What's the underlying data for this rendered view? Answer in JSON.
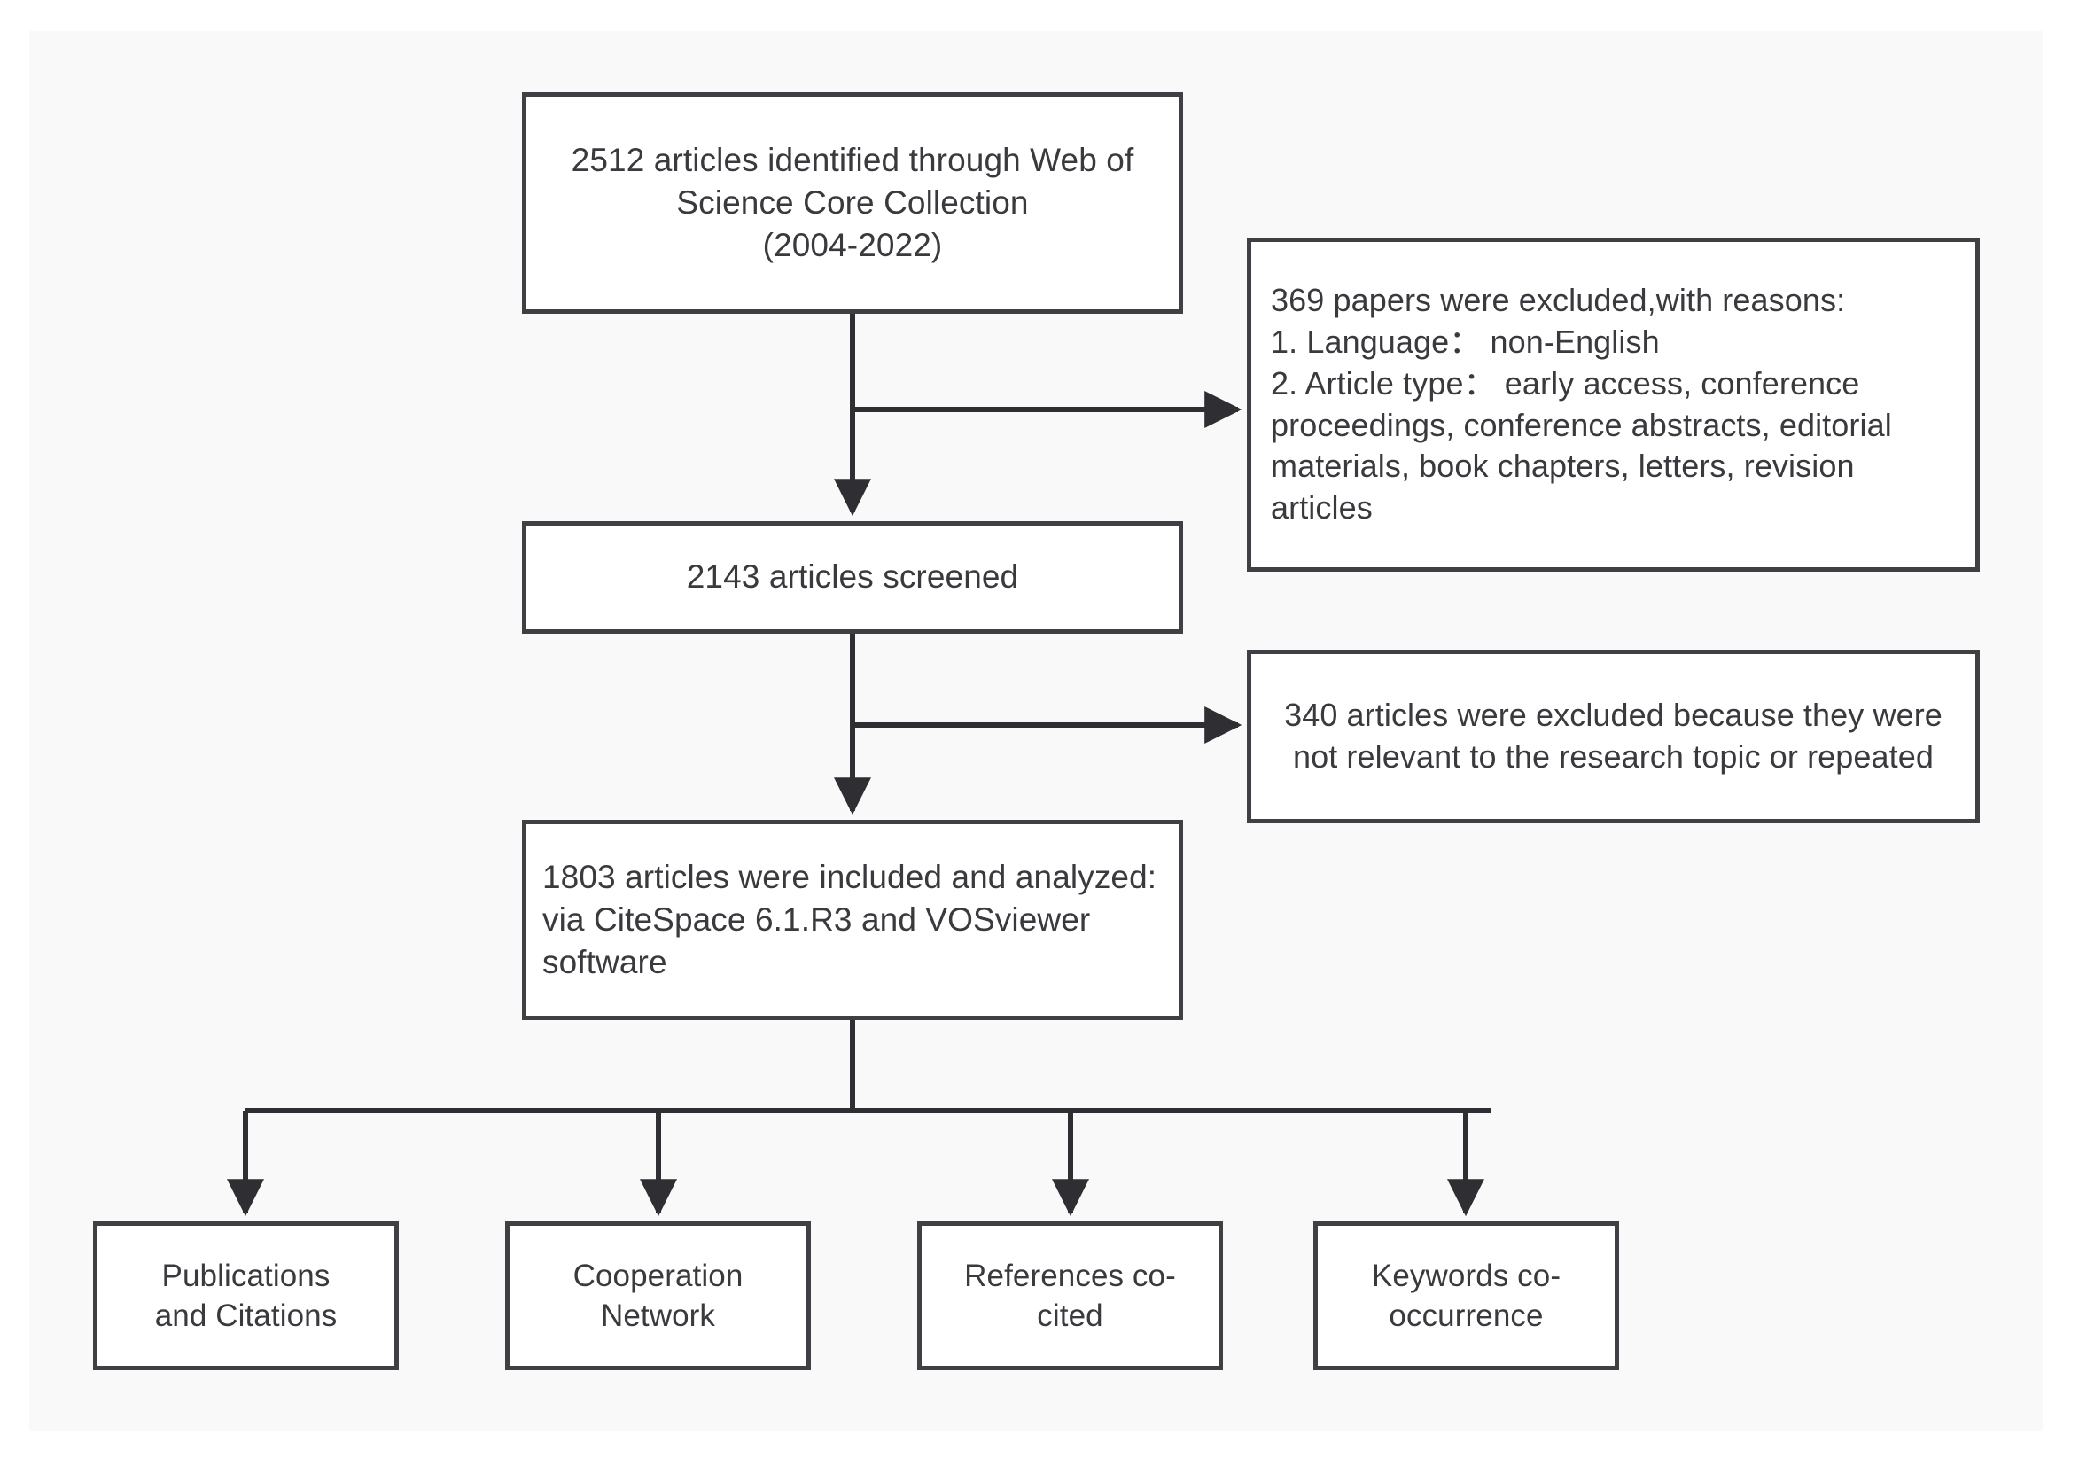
{
  "diagram": {
    "title": "Literature screening flow diagram",
    "type": "flowchart",
    "colors": {
      "box_border": "#404044",
      "box_fill": "#ffffff",
      "connector": "#2f2f33",
      "canvas": "#f9f9f9",
      "text": "#3a3a3e"
    },
    "nodes": {
      "identified": "2512 articles identified through Web of Science Core Collection\n(2004-2022)",
      "screened": "2143 articles screened",
      "included": "1803 articles were included and analyzed: via CiteSpace 6.1.R3 and VOSviewer software",
      "excluded_1": "369 papers were excluded,with reasons:\n1. Language： non-English\n2. Article type： early access, conference proceedings, conference abstracts, editorial materials, book chapters, letters, revision articles",
      "excluded_2": " 340 articles were excluded because they were not relevant to the research topic or repeated"
    },
    "outputs": [
      {
        "label": "Publications\nand Citations"
      },
      {
        "label": "Cooperation\nNetwork"
      },
      {
        "label": "References co-\ncited"
      },
      {
        "label": "Keywords co-\noccurrence"
      }
    ]
  }
}
